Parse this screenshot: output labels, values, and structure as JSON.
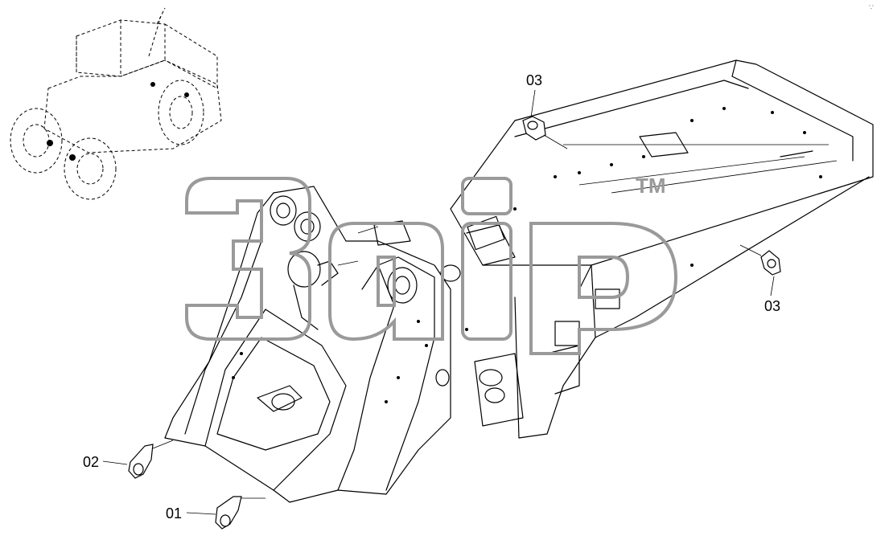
{
  "watermark": {
    "text": "3aip",
    "trademark": "TM",
    "color": "#9a9a9a"
  },
  "callouts": [
    {
      "id": "01",
      "label": "01"
    },
    {
      "id": "02",
      "label": "02"
    },
    {
      "id": "03a",
      "label": "03"
    },
    {
      "id": "03b",
      "label": "03"
    }
  ],
  "corner_mark": "∵"
}
